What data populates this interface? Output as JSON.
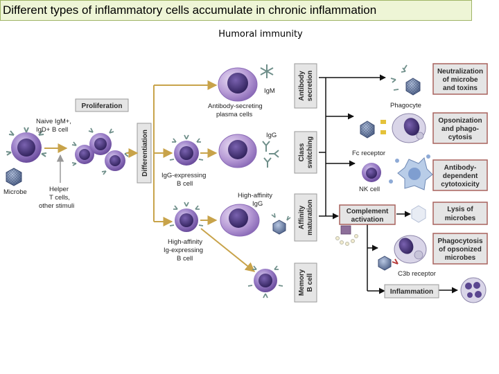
{
  "slide": {
    "title": "Different types of inflammatory cells accumulate in chronic inflammation",
    "subtitle": "Humoral immunity"
  },
  "diagram": {
    "left": {
      "naive": [
        "Naive IgM+,",
        "IgD+ B cell"
      ],
      "microbe": "Microbe",
      "helper": [
        "Helper",
        "T cells,",
        "other stimuli"
      ],
      "proliferation": "Proliferation",
      "differentiation": "Differentiation"
    },
    "middle": {
      "plasma": [
        "Antibody-secreting",
        "plasma cells"
      ],
      "igm": "IgM",
      "igg": "IgG",
      "igg_b": [
        "IgG-expressing",
        "B cell"
      ],
      "high_aff_igg": [
        "High-affinity",
        "IgG"
      ],
      "high_aff_b": [
        "High-affinity",
        "Ig-expressing",
        "B cell"
      ]
    },
    "processes": {
      "antibody_secretion": [
        "Antibody",
        "secretion"
      ],
      "class_switching": [
        "Class",
        "switching"
      ],
      "affinity_maturation": [
        "Affinity",
        "maturation"
      ],
      "memory_b_cell": [
        "Memory",
        "B cell"
      ]
    },
    "effector_labels": {
      "phagocyte": "Phagocyte",
      "fc_receptor": "Fc receptor",
      "nk_cell": "NK cell",
      "c3b_receptor": "C3b receptor",
      "complement": [
        "Complement",
        "activation"
      ],
      "inflammation": "Inflammation"
    },
    "outcomes": {
      "neutralization": [
        "Neutralization",
        "of microbe",
        "and toxins"
      ],
      "opsonization": [
        "Opsonization",
        "and phago-",
        "cytosis"
      ],
      "adcc": [
        "Antibody-",
        "dependent",
        "cytotoxicity"
      ],
      "lysis": [
        "Lysis of",
        "microbes"
      ],
      "phagocytosis_opsonized": [
        "Phagocytosis",
        "of opsonized",
        "microbes"
      ]
    },
    "colors": {
      "arrow": "#c8a34a",
      "cell": "#7d5fae",
      "nucleus": "#43307c",
      "box": "#e5e5e5"
    }
  }
}
